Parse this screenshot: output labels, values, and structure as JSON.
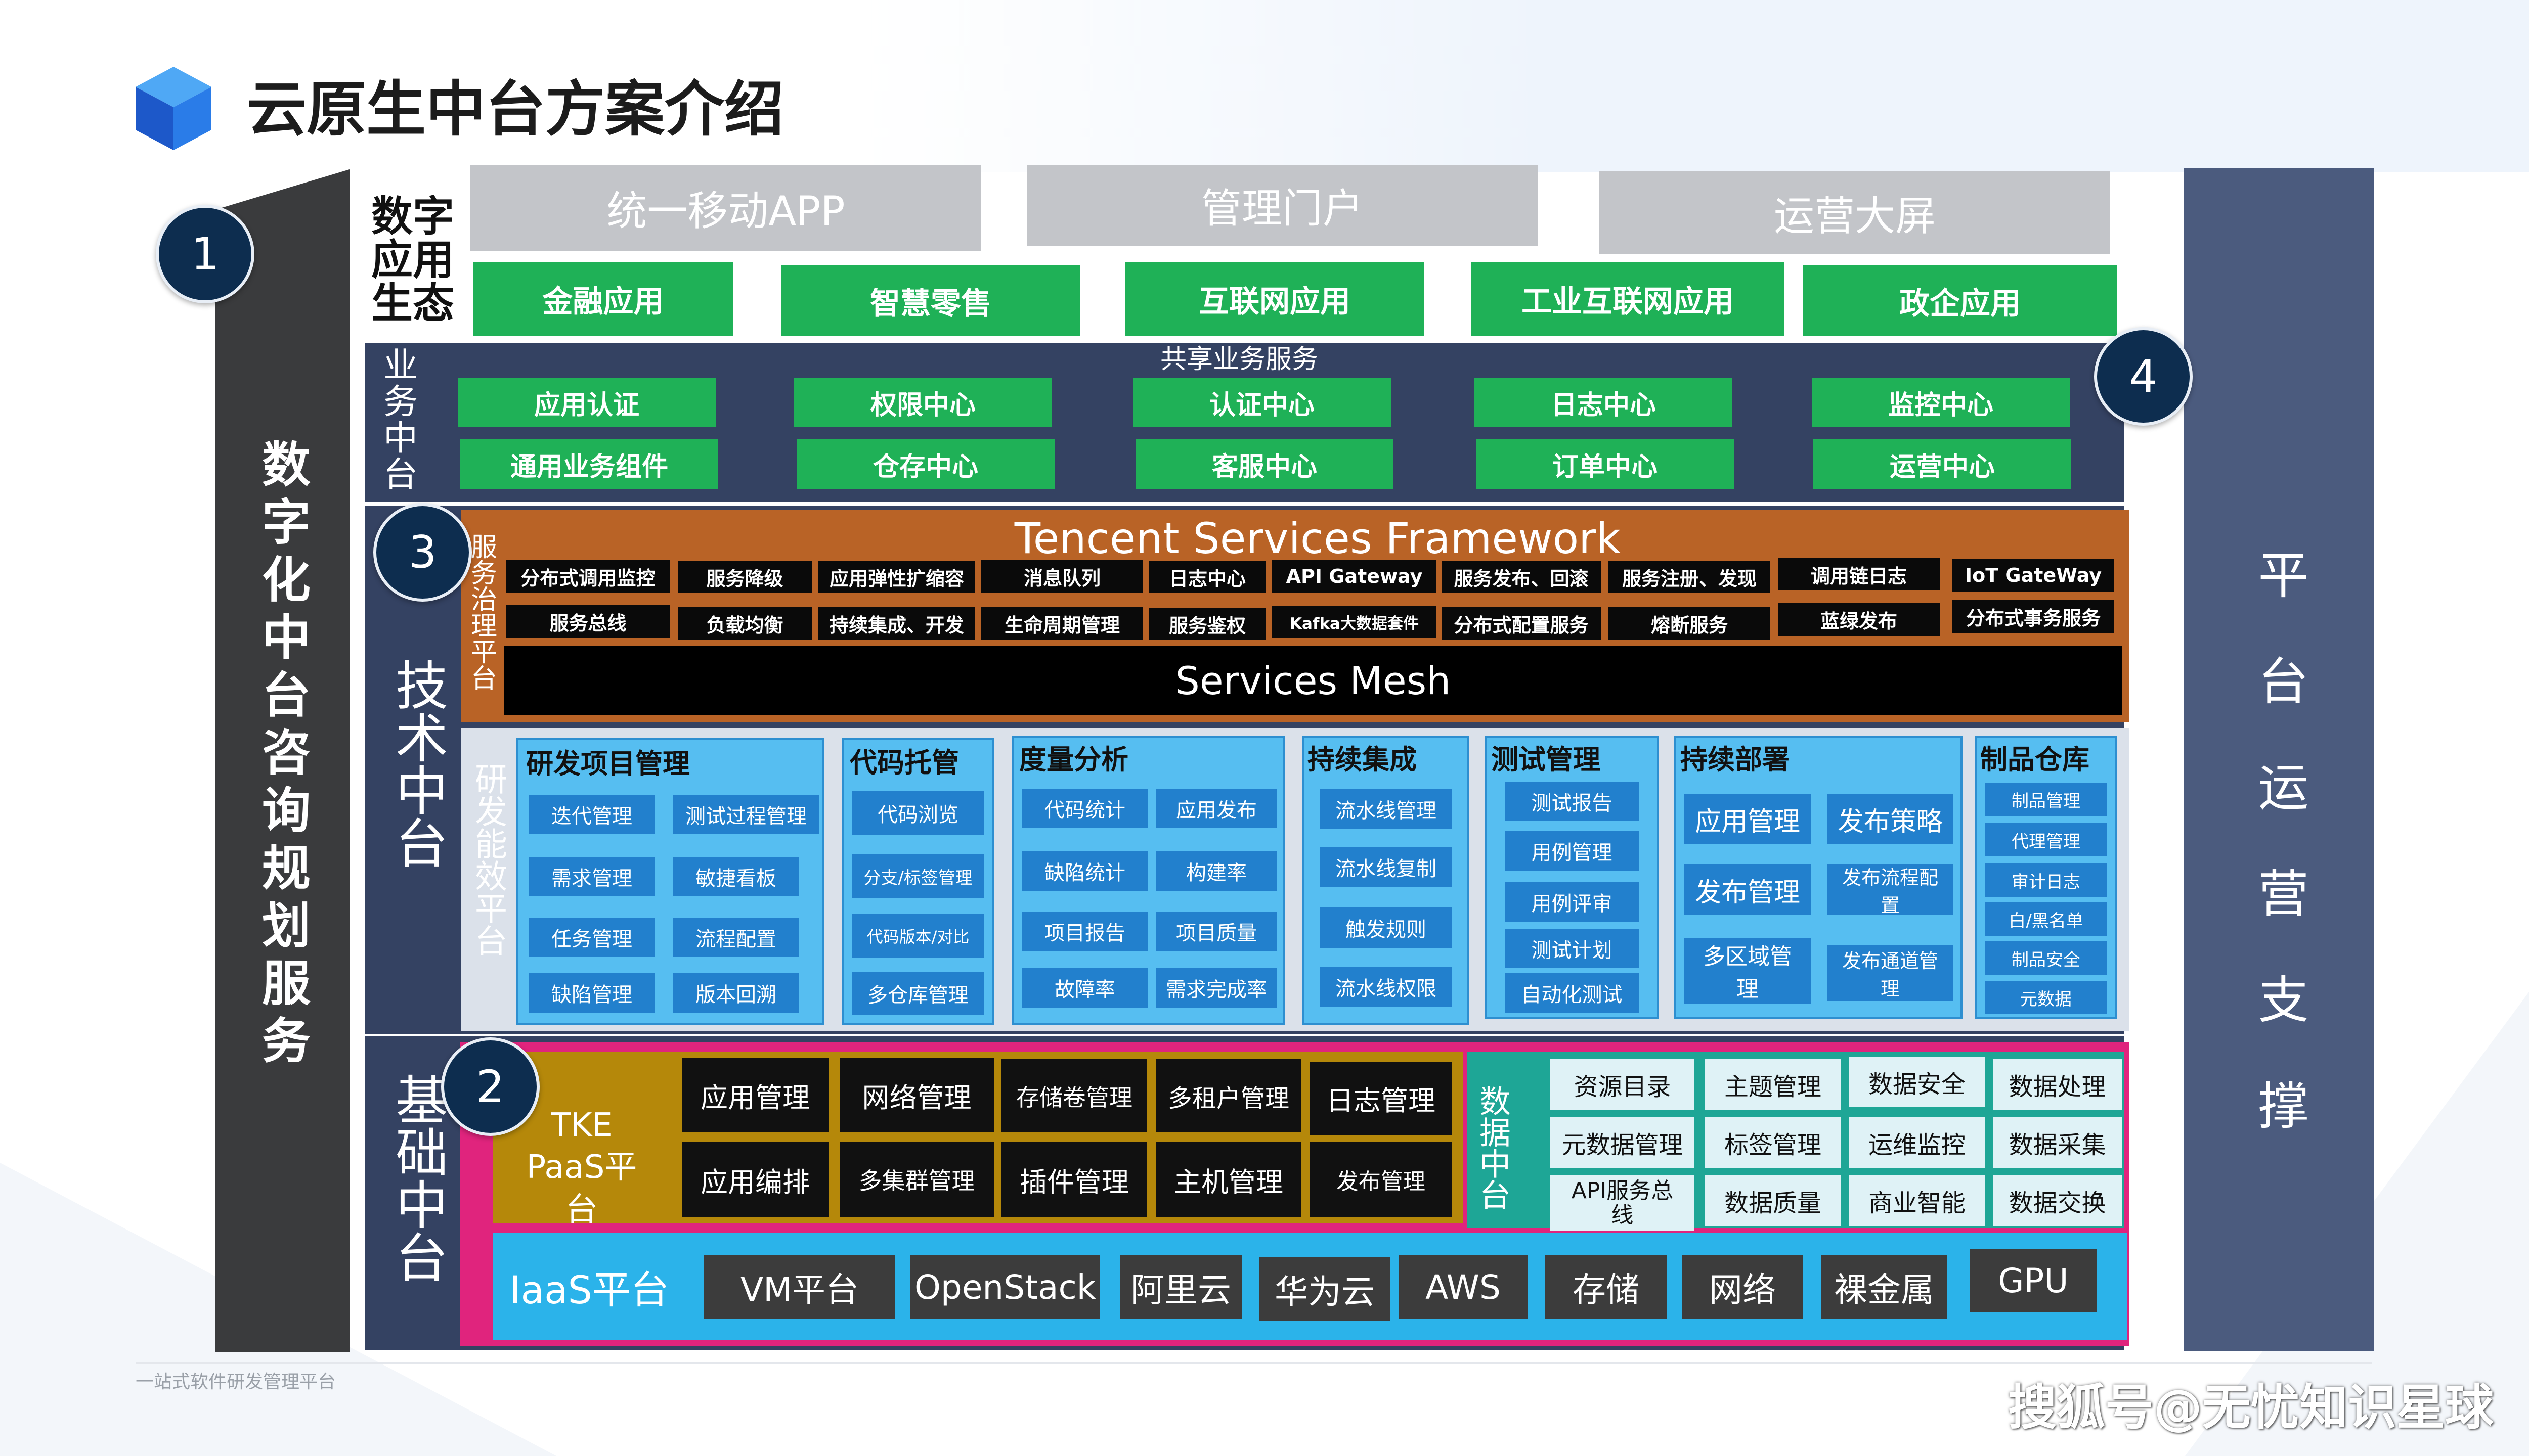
{
  "title": "云原生中台方案介绍",
  "left_pillar": {
    "label": "数字化中台咨询规划服务"
  },
  "right_column": {
    "label": "平台运营支撑"
  },
  "badges": [
    "1",
    "2",
    "3",
    "4"
  ],
  "ecosystem": {
    "label_lines": [
      "数字",
      "应用",
      "生态"
    ],
    "portals": [
      "统一移动APP",
      "管理门户",
      "运营大屏"
    ],
    "apps": [
      "金融应用",
      "智慧零售",
      "互联网应用",
      "工业互联网应用",
      "政企应用"
    ]
  },
  "business": {
    "label": "业务中台",
    "shared": "共享业务服务",
    "row1": [
      "应用认证",
      "权限中心",
      "认证中心",
      "日志中心",
      "监控中心"
    ],
    "row2": [
      "通用业务组件",
      "仓存中心",
      "客服中心",
      "订单中心",
      "运营中心"
    ]
  },
  "tech": {
    "label": "技术中台",
    "service_gov": {
      "label": "服务治理平台",
      "title": "Tencent Services Framework",
      "row1": [
        "分布式调用监控",
        "服务降级",
        "应用弹性扩缩容",
        "消息队列",
        "日志中心",
        "API Gateway",
        "服务发布、回滚",
        "服务注册、发现",
        "调用链日志",
        "IoT GateWay"
      ],
      "row2": [
        "服务总线",
        "负载均衡",
        "持续集成、开发",
        "生命周期管理",
        "服务鉴权",
        "Kafka大数据套件",
        "分布式配置服务",
        "熔断服务",
        "蓝绿发布",
        "分布式事务服务"
      ],
      "mesh": "Services Mesh"
    },
    "devops": {
      "label": "研发能效平台",
      "groups": [
        {
          "title": "研发项目管理",
          "items": [
            "迭代管理",
            "测试过程管理",
            "需求管理",
            "敏捷看板",
            "任务管理",
            "流程配置",
            "缺陷管理",
            "版本回溯"
          ]
        },
        {
          "title": "代码托管",
          "items": [
            "代码浏览",
            "分支/标签管理",
            "代码版本/对比",
            "多仓库管理"
          ]
        },
        {
          "title": "度量分析",
          "items": [
            "代码统计",
            "应用发布",
            "缺陷统计",
            "构建率",
            "项目报告",
            "项目质量",
            "故障率",
            "需求完成率"
          ]
        },
        {
          "title": "持续集成",
          "items": [
            "流水线管理",
            "流水线复制",
            "触发规则",
            "流水线权限"
          ]
        },
        {
          "title": "测试管理",
          "items": [
            "测试报告",
            "用例管理",
            "用例评审",
            "测试计划",
            "自动化测试"
          ]
        },
        {
          "title": "持续部署",
          "items": [
            "应用管理",
            "发布策略",
            "发布管理",
            "发布流程配置",
            "多区域管理",
            "发布通道管理"
          ]
        },
        {
          "title": "制品仓库",
          "items": [
            "制品管理",
            "代理管理",
            "审计日志",
            "白/黑名单",
            "制品安全",
            "元数据"
          ]
        }
      ]
    }
  },
  "base": {
    "label": "基础中台",
    "tke": {
      "label": "TKE PaaS平台",
      "row1": [
        "应用管理",
        "网络管理",
        "存储卷管理",
        "多租户管理",
        "日志管理"
      ],
      "row2": [
        "应用编排",
        "多集群管理",
        "插件管理",
        "主机管理",
        "发布管理"
      ]
    },
    "data": {
      "label": "数据中台",
      "rows": [
        [
          "资源目录",
          "主题管理",
          "数据安全",
          "数据处理"
        ],
        [
          "元数据管理",
          "标签管理",
          "运维监控",
          "数据采集"
        ],
        [
          "API服务总线",
          "数据质量",
          "商业智能",
          "数据交换"
        ]
      ]
    },
    "iaas": {
      "label": "IaaS平台",
      "items": [
        "VM平台",
        "OpenStack",
        "阿里云",
        "华为云",
        "AWS",
        "存储",
        "网络",
        "裸金属",
        "GPU"
      ]
    }
  },
  "footer": {
    "text": "一站式软件研发管理平台",
    "watermark": "搜狐号@无忧知识星球"
  },
  "colors": {
    "green": "#1fb157",
    "navy": "#344262",
    "orange": "#b96326",
    "pink": "#e0247d",
    "gold": "#b5880a",
    "teal": "#1ea696",
    "sky": "#2bb3ea"
  }
}
